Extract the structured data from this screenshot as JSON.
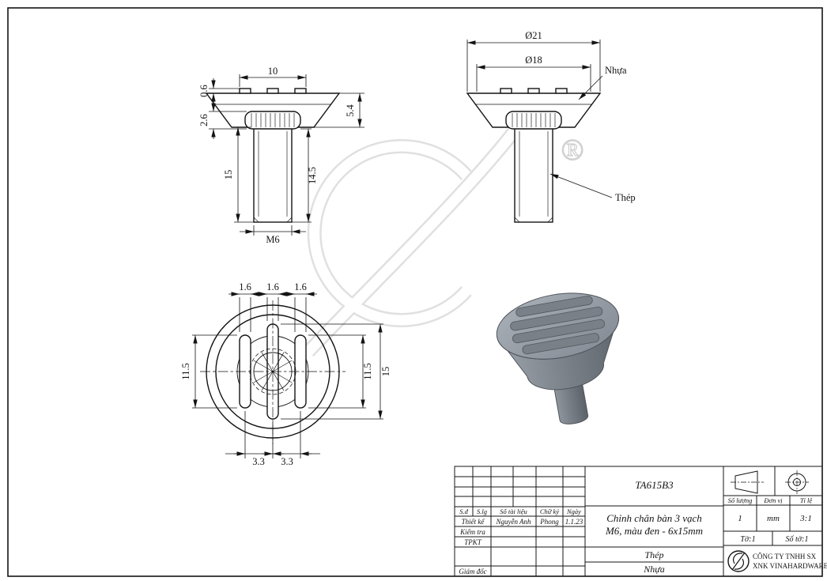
{
  "drawing": {
    "front_view": {
      "dim_width_top": "10",
      "dim_rib_height": "0.6",
      "dim_collar_height": "2.6",
      "dim_head_height": "5.4",
      "dim_thread_length": "15",
      "dim_shank_length": "14.5",
      "dim_thread": "M6"
    },
    "side_view": {
      "dim_outer_dia": "Ø21",
      "dim_top_dia": "Ø18",
      "label_plastic": "Nhựa",
      "label_steel": "Thép"
    },
    "top_view": {
      "dim_slot_width_1": "1.6",
      "dim_slot_width_2": "1.6",
      "dim_slot_width_3": "1.6",
      "dim_slot_len_left": "11.5",
      "dim_slot_len_right": "11.5",
      "dim_slot_len_center": "15",
      "dim_slot_pitch_1": "3.3",
      "dim_slot_pitch_2": "3.3"
    },
    "registered_mark": "®"
  },
  "title_block": {
    "part_number": "TA615B3",
    "description_line1": "Chỉnh chân bàn 3 vạch",
    "description_line2": "M6, màu đen - 6x15mm",
    "col_sd": "S.đ",
    "col_slg": "S.lg",
    "col_doc": "Số tài liệu",
    "col_sign": "Chữ ký",
    "col_date": "Ngày",
    "row_design_label": "Thiết kế",
    "row_design_name": "Nguyễn Anh",
    "row_design_sign": "Phong",
    "row_design_date": "1.1.23",
    "row_check_label": "Kiểm tra",
    "row_tpkt_label": "TPKT",
    "row_director_label": "Giám đốc",
    "qty_label": "Số lượng",
    "unit_label": "Đơn vị",
    "scale_label": "Tỉ lệ",
    "qty_value": "1",
    "unit_value": "mm",
    "scale_value": "3:1",
    "sheet": "Tờ:1",
    "sheet_count": "Số tờ:1",
    "material_1": "Thép",
    "material_2": "Nhựa",
    "company_line1": "CÔNG TY TNHH SX",
    "company_line2": "XNK VINAHARDWARE"
  }
}
